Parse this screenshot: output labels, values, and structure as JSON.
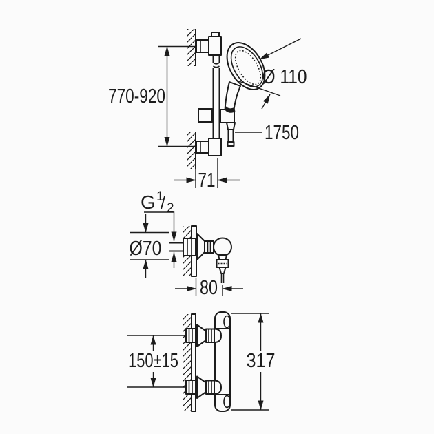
{
  "colors": {
    "background": "#fbfbfb",
    "line": "#1c1c1c"
  },
  "views": {
    "shower_rail_set": {
      "rail_height_range": "770-920",
      "handshower_diameter": "Ø 110",
      "hose_length": "1750",
      "rail_wall_offset": "71"
    },
    "wall_union": {
      "thread": {
        "g": "G",
        "numerator": "1",
        "slash": "/",
        "denominator": "2"
      },
      "escutcheon_diameter": "Ø70",
      "projection": "80"
    },
    "thermostat": {
      "connection_spacing": "150±15",
      "height": "317"
    }
  }
}
